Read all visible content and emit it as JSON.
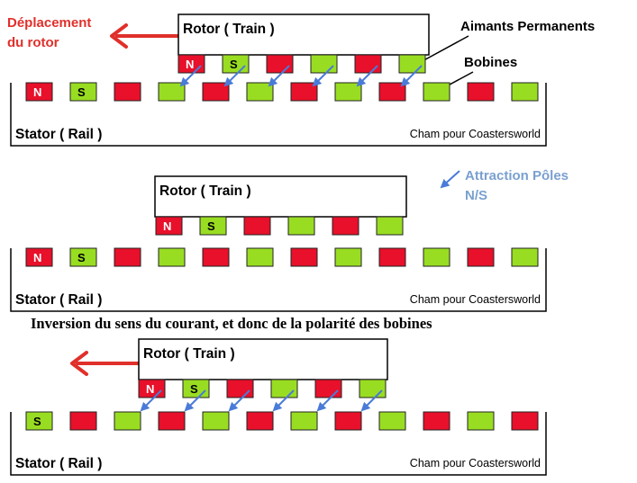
{
  "colors": {
    "north": "#e8102a",
    "south": "#99dd22",
    "arrow_move": "#e0302b",
    "arrow_attract": "#4a7bd8",
    "attract_text": "#7aa0d0",
    "move_text": "#e0302b",
    "outline": "#000000"
  },
  "labels": {
    "movement_line1": "Déplacement",
    "movement_line2": "du rotor",
    "magnets": "Aimants Permanents",
    "coils": "Bobines",
    "attraction_line1": "Attraction Pôles",
    "attraction_line2": "N/S",
    "reversal": "Inversion du sens du courant, et donc de la polarité des bobines"
  },
  "panels": [
    {
      "rotor_label": "Rotor ( Train )",
      "stator_label": "Stator ( Rail )",
      "credit": "Cham pour Coastersworld",
      "rotor_poles": [
        {
          "pole": "N",
          "text": "N"
        },
        {
          "pole": "S",
          "text": "S"
        },
        {
          "pole": "N",
          "text": ""
        },
        {
          "pole": "S",
          "text": ""
        },
        {
          "pole": "N",
          "text": ""
        },
        {
          "pole": "S",
          "text": ""
        }
      ],
      "stator_poles": [
        {
          "pole": "N",
          "text": "N"
        },
        {
          "pole": "S",
          "text": "S"
        },
        {
          "pole": "N",
          "text": ""
        },
        {
          "pole": "S",
          "text": ""
        },
        {
          "pole": "N",
          "text": ""
        },
        {
          "pole": "S",
          "text": ""
        },
        {
          "pole": "N",
          "text": ""
        },
        {
          "pole": "S",
          "text": ""
        },
        {
          "pole": "N",
          "text": ""
        },
        {
          "pole": "S",
          "text": ""
        },
        {
          "pole": "N",
          "text": ""
        },
        {
          "pole": "S",
          "text": ""
        }
      ]
    },
    {
      "rotor_label": "Rotor ( Train )",
      "stator_label": "Stator ( Rail )",
      "credit": "Cham pour Coastersworld",
      "rotor_poles": [
        {
          "pole": "N",
          "text": "N"
        },
        {
          "pole": "S",
          "text": "S"
        },
        {
          "pole": "N",
          "text": ""
        },
        {
          "pole": "S",
          "text": ""
        },
        {
          "pole": "N",
          "text": ""
        },
        {
          "pole": "S",
          "text": ""
        }
      ],
      "stator_poles": [
        {
          "pole": "N",
          "text": "N"
        },
        {
          "pole": "S",
          "text": "S"
        },
        {
          "pole": "N",
          "text": ""
        },
        {
          "pole": "S",
          "text": ""
        },
        {
          "pole": "N",
          "text": ""
        },
        {
          "pole": "S",
          "text": ""
        },
        {
          "pole": "N",
          "text": ""
        },
        {
          "pole": "S",
          "text": ""
        },
        {
          "pole": "N",
          "text": ""
        },
        {
          "pole": "S",
          "text": ""
        },
        {
          "pole": "N",
          "text": ""
        },
        {
          "pole": "S",
          "text": ""
        }
      ]
    },
    {
      "rotor_label": "Rotor ( Train )",
      "stator_label": "Stator ( Rail )",
      "credit": "Cham pour Coastersworld",
      "rotor_poles": [
        {
          "pole": "N",
          "text": "N"
        },
        {
          "pole": "S",
          "text": "S"
        },
        {
          "pole": "N",
          "text": ""
        },
        {
          "pole": "S",
          "text": ""
        },
        {
          "pole": "N",
          "text": ""
        },
        {
          "pole": "S",
          "text": ""
        }
      ],
      "stator_poles": [
        {
          "pole": "S",
          "text": "S"
        },
        {
          "pole": "N",
          "text": ""
        },
        {
          "pole": "S",
          "text": ""
        },
        {
          "pole": "N",
          "text": ""
        },
        {
          "pole": "S",
          "text": ""
        },
        {
          "pole": "N",
          "text": ""
        },
        {
          "pole": "S",
          "text": ""
        },
        {
          "pole": "N",
          "text": ""
        },
        {
          "pole": "S",
          "text": ""
        },
        {
          "pole": "N",
          "text": ""
        },
        {
          "pole": "S",
          "text": ""
        },
        {
          "pole": "N",
          "text": ""
        }
      ]
    }
  ]
}
